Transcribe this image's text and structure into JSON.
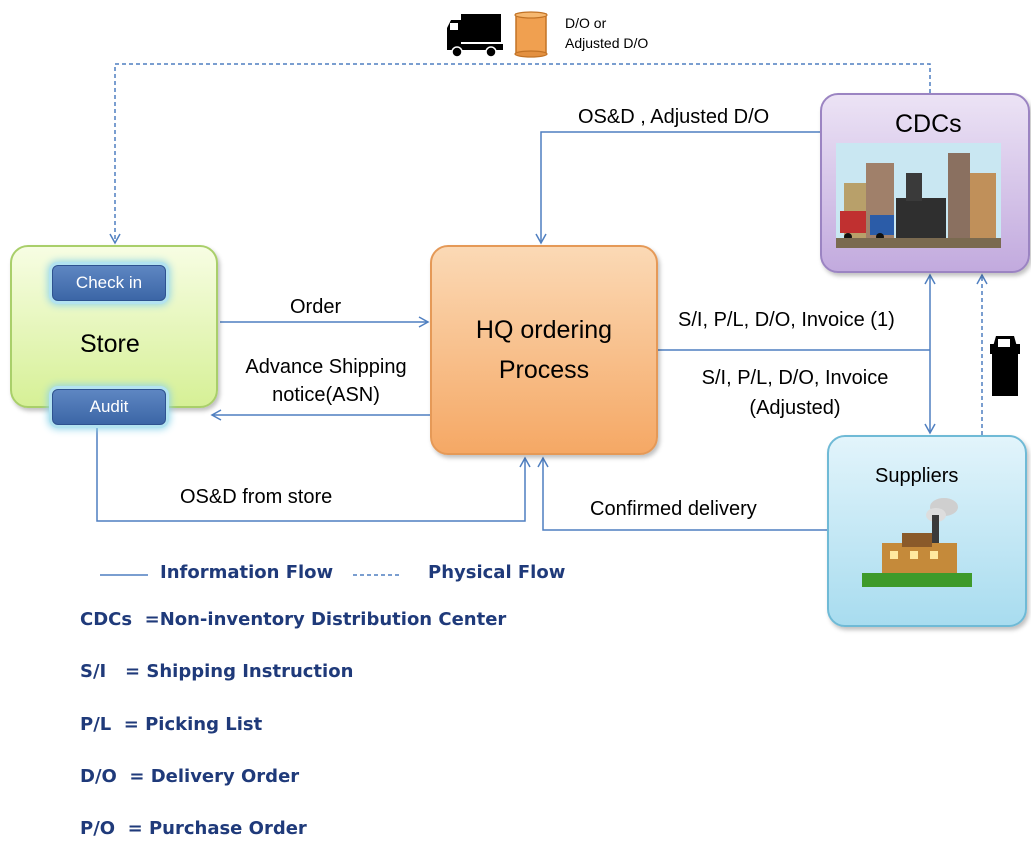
{
  "nodes": {
    "store": {
      "title": "Store",
      "check_in": "Check in",
      "audit": "Audit"
    },
    "hq": {
      "line1": "HQ ordering",
      "line2": "Process"
    },
    "cdcs": {
      "title": "CDCs"
    },
    "suppliers": {
      "title": "Suppliers"
    }
  },
  "flows": {
    "order": "Order",
    "asn_line1": "Advance Shipping",
    "asn_line2": "notice(ASN)",
    "osd_store": "OS&D from store",
    "osd_adjusted": "OS&D , Adjusted D/O",
    "si_1": "S/I, P/L, D/O, Invoice (1)",
    "si_adj_line1": "S/I, P/L, D/O, Invoice",
    "si_adj_line2": "(Adjusted)",
    "confirmed": "Confirmed delivery",
    "do_line1": "D/O or",
    "do_line2": "Adjusted D/O"
  },
  "legend": {
    "info_flow": "Information Flow",
    "physical_flow": "Physical Flow"
  },
  "definitions": [
    "CDCs  =Non-inventory Distribution Center",
    "S/I   = Shipping Instruction",
    "P/L  = Picking List",
    "D/O  = Delivery Order",
    "P/O  = Purchase Order"
  ],
  "colors": {
    "line": "#4f7fc0",
    "legend_text": "#1f3a7a"
  },
  "icons": [
    "truck-icon",
    "document-scroll-icon",
    "city-clipart-icon",
    "factory-clipart-icon"
  ]
}
